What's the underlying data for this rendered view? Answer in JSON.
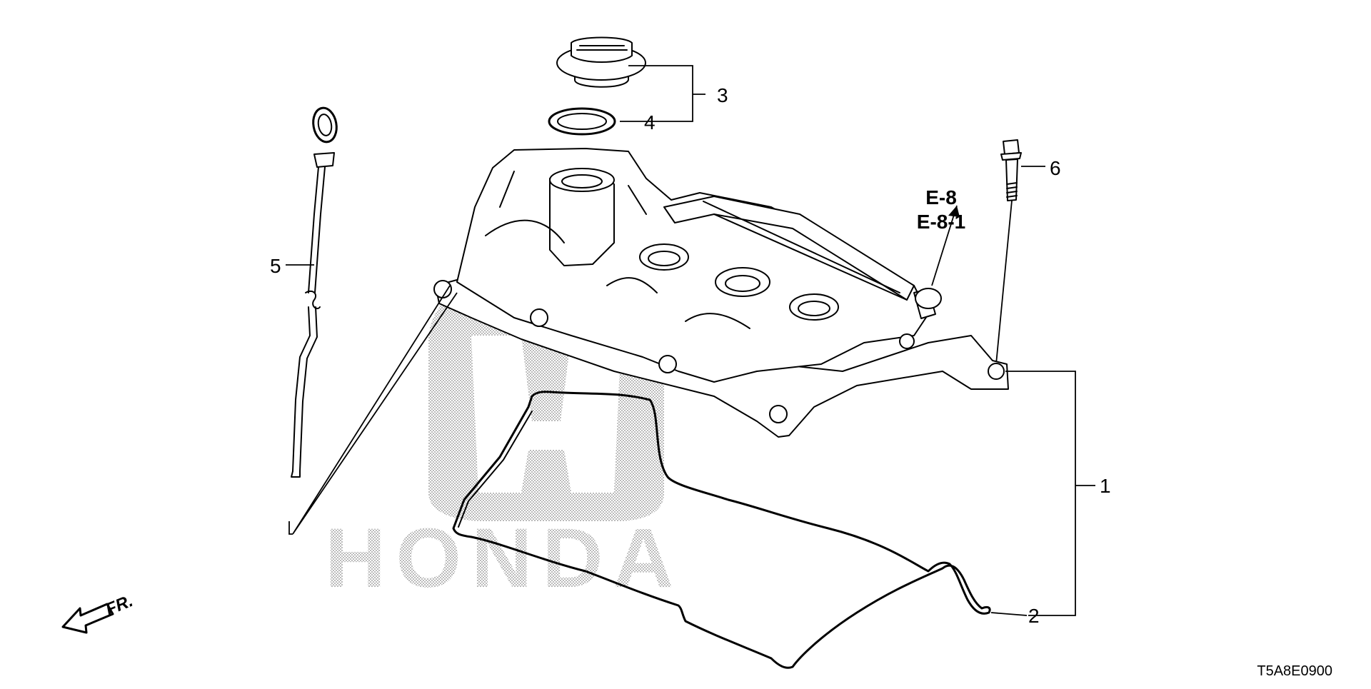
{
  "callouts": {
    "c1": "1",
    "c2": "2",
    "c3": "3",
    "c4": "4",
    "c5": "5",
    "c6": "6"
  },
  "references": {
    "ref1": "E-8",
    "ref2": "E-8-1"
  },
  "orientation": {
    "label": "FR."
  },
  "watermark": {
    "brand": "HONDA"
  },
  "diagram_code": "T5A8E0900",
  "icons": {
    "front_arrow": "arrow-icon",
    "logo": "honda-logo-icon"
  }
}
